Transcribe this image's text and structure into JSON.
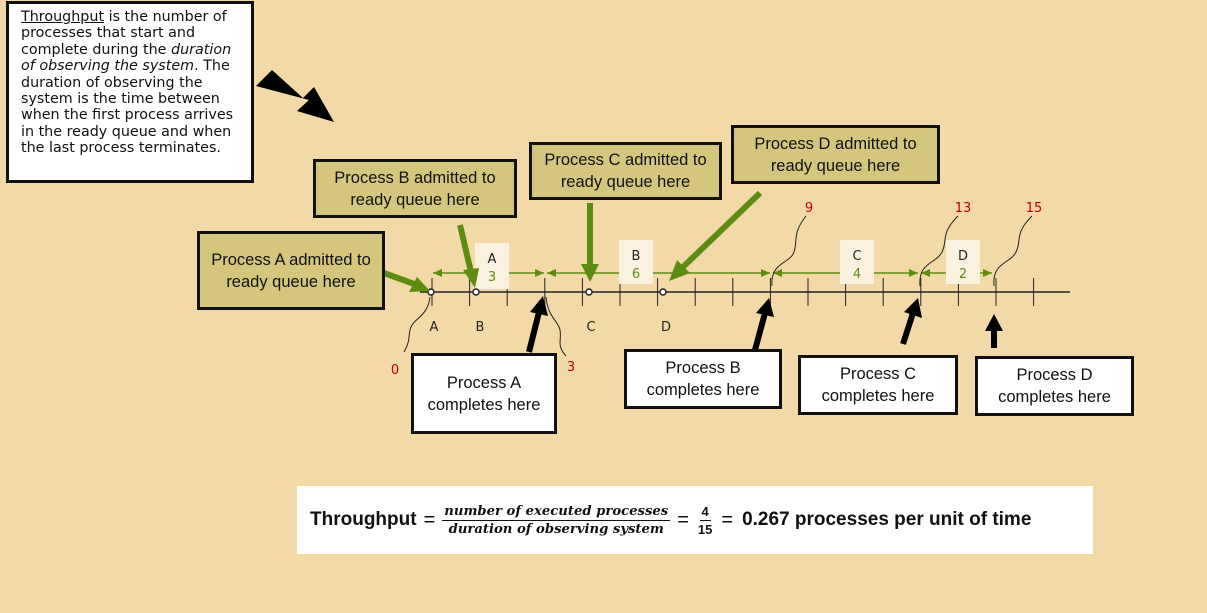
{
  "definition": {
    "term": "Throughput",
    "part1": " is the number of processes that start and complete during the ",
    "italic": "duration of observing the system",
    "part2": ". The duration of observing the system is the time between when the first process arrives in the ready queue and when the last process terminates."
  },
  "callouts": {
    "admit_a": "Process A admitted to ready queue here",
    "admit_b": "Process B admitted to ready queue here",
    "admit_c": "Process C admitted to ready queue here",
    "admit_d": "Process D admitted to ready queue here",
    "complete_a": "Process A completes here",
    "complete_b": "Process B completes here",
    "complete_c": "Process C completes here",
    "complete_d": "Process D completes here"
  },
  "timeline": {
    "time_marks": [
      "0",
      "3",
      "9",
      "13",
      "15"
    ],
    "arrivals": [
      "A",
      "B",
      "C",
      "D"
    ],
    "bursts": [
      {
        "name": "A",
        "duration": "3"
      },
      {
        "name": "B",
        "duration": "6"
      },
      {
        "name": "C",
        "duration": "4"
      },
      {
        "name": "D",
        "duration": "2"
      }
    ]
  },
  "formula": {
    "lhs": "Throughput",
    "eq": "=",
    "numerator": "number of executed processes",
    "denominator": "duration of observing system",
    "value_num": "4",
    "value_den": "15",
    "result": "0.267 processes per unit of time"
  },
  "colors": {
    "background": "#f3d9a8",
    "callout_fill": "#d4c67d",
    "green_arrow": "#5e8c12",
    "red_label": "#c00000"
  }
}
